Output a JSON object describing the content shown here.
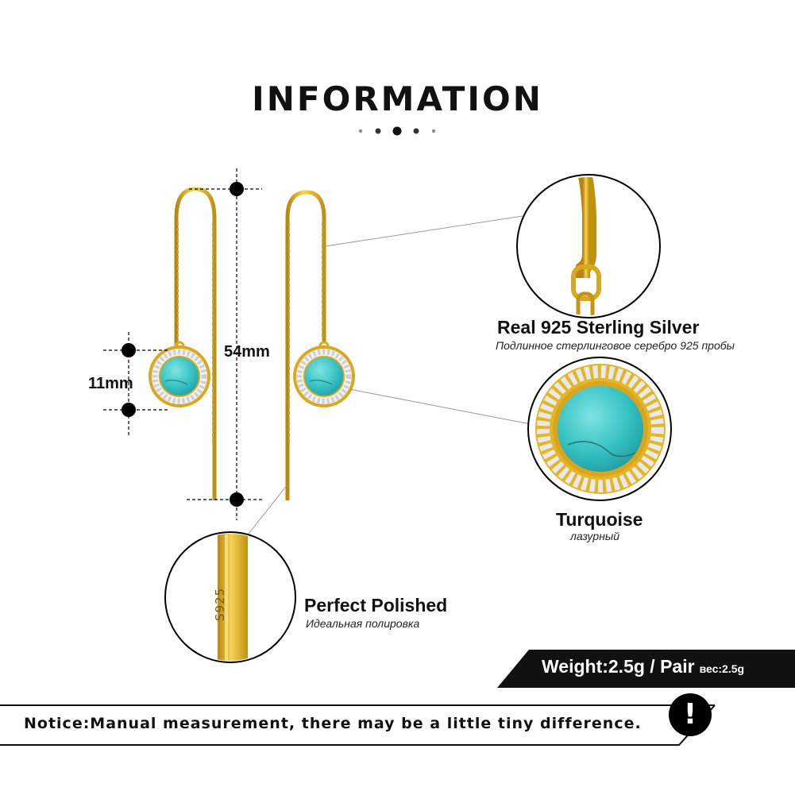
{
  "header": {
    "title": "INFORMATION"
  },
  "dimensions": {
    "length_label": "54mm",
    "width_label": "11mm"
  },
  "features": {
    "material": {
      "title": "Real 925  Sterling  Silver",
      "subtitle": "Подлинное стерлинговое серебро 925 пробы"
    },
    "stone": {
      "title": "Turquoise",
      "subtitle": "лазурный"
    },
    "finish": {
      "title": "Perfect  Polished",
      "subtitle": "Идеальная полировка"
    },
    "stamp_text": "S925"
  },
  "weight": {
    "label": "Weight:2.5g / Pair",
    "sub": "вес:2.5g"
  },
  "notice": {
    "text": "Notice:Manual measurement, there may be a little tiny difference.",
    "icon": "exclamation-icon",
    "icon_glyph": "!"
  },
  "colors": {
    "gold": "#e2b21c",
    "turquoise": "#3cc6c8",
    "banner": "#111111"
  }
}
